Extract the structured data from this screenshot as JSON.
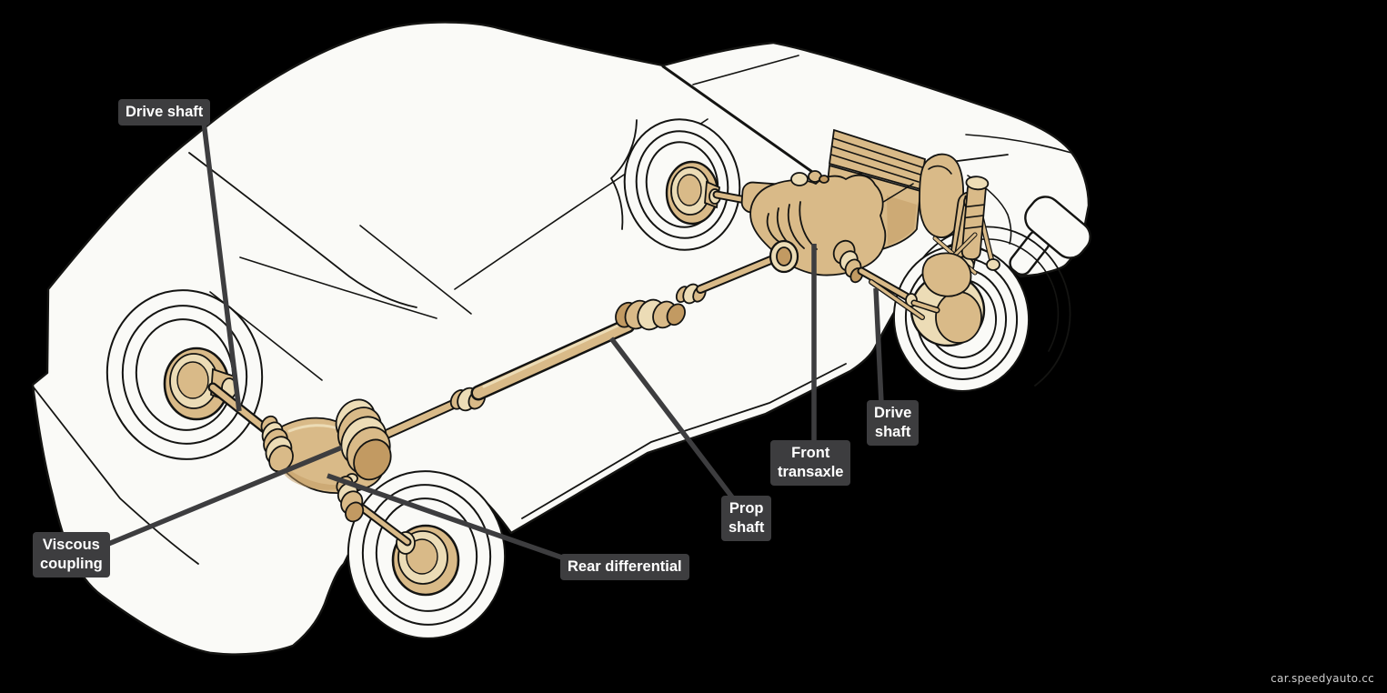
{
  "callouts": {
    "drive_shaft_rear": {
      "text": "Drive shaft"
    },
    "viscous_coupling": {
      "line1": "Viscous",
      "line2": "coupling"
    },
    "rear_differential": {
      "text": "Rear differential"
    },
    "prop_shaft": {
      "line1": "Prop",
      "line2": "shaft"
    },
    "front_transaxle": {
      "line1": "Front",
      "line2": "transaxle"
    },
    "drive_shaft_front": {
      "line1": "Drive",
      "line2": "shaft"
    }
  },
  "watermark": {
    "text": "car.speedyauto.cc"
  },
  "colors": {
    "background": "#000000",
    "body": "#fafaf7",
    "outline": "#141412",
    "component": "#d9ba88",
    "component_light": "#ecdcb6",
    "component_shade": "#c29a62",
    "label_bg": "#3d3d3f",
    "label_text": "#ffffff",
    "watermark_text": "#cccccc"
  }
}
